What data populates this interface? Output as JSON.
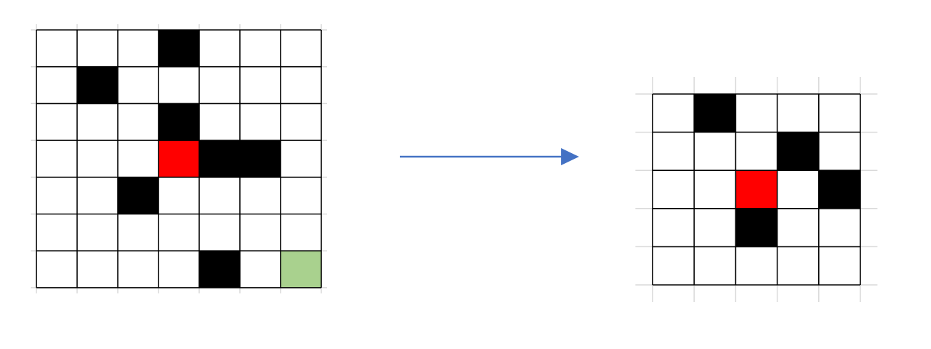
{
  "colors": {
    "background": "#ffffff",
    "empty": "#ffffff",
    "wall": "#000000",
    "agent": "#ff0000",
    "goal": "#a9d18e",
    "gridline": "#000000",
    "overhang": "#d9d9d9",
    "arrow": "#4472c4"
  },
  "legend_codes": {
    "0": "empty",
    "1": "wall",
    "2": "agent",
    "3": "goal"
  },
  "full_grid": {
    "rows": 7,
    "cols": 7,
    "cells": [
      [
        0,
        0,
        0,
        1,
        0,
        0,
        0
      ],
      [
        0,
        1,
        0,
        0,
        0,
        0,
        0
      ],
      [
        0,
        0,
        0,
        1,
        0,
        0,
        0
      ],
      [
        0,
        0,
        0,
        2,
        1,
        1,
        0
      ],
      [
        0,
        0,
        1,
        0,
        0,
        0,
        0
      ],
      [
        0,
        0,
        0,
        0,
        0,
        0,
        0
      ],
      [
        0,
        0,
        0,
        0,
        1,
        0,
        3
      ]
    ]
  },
  "arrow": {
    "direction": "right"
  },
  "local_view": {
    "rows": 5,
    "cols": 5,
    "cells": [
      [
        0,
        1,
        0,
        0,
        0
      ],
      [
        0,
        0,
        0,
        1,
        0
      ],
      [
        0,
        0,
        2,
        0,
        1
      ],
      [
        0,
        0,
        1,
        0,
        0
      ],
      [
        0,
        0,
        0,
        0,
        0
      ]
    ]
  }
}
